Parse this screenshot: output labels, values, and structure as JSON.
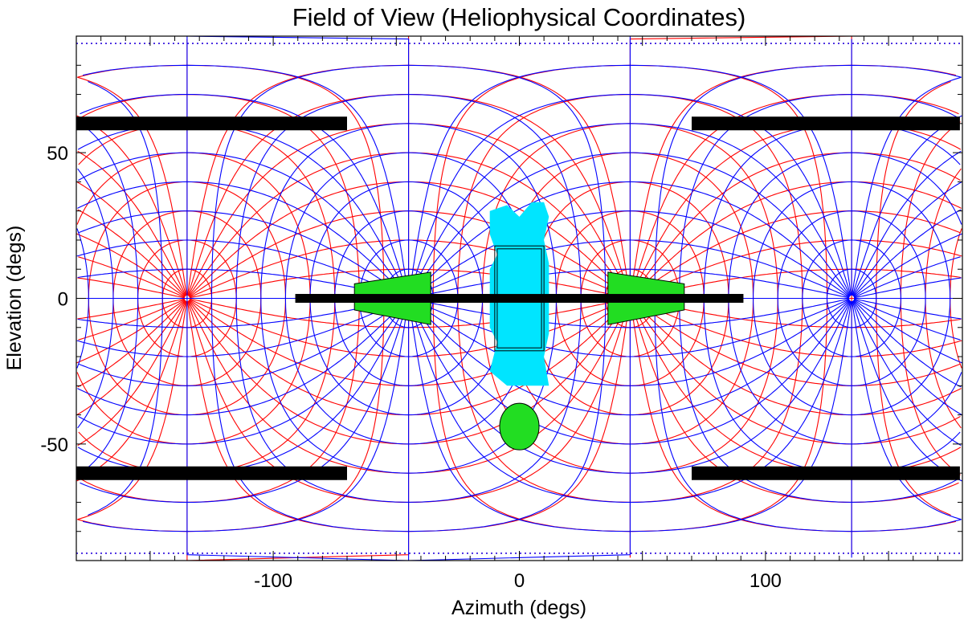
{
  "chart_data": {
    "type": "line",
    "title": "Field of View (Heliophysical Coordinates)",
    "xlabel": "Azimuth (degs)",
    "ylabel": "Elevation (degs)",
    "xlim": [
      -180,
      180
    ],
    "ylim": [
      -90,
      90
    ],
    "x_ticks": [
      {
        "value": -100,
        "label": "-100"
      },
      {
        "value": 0,
        "label": "0"
      },
      {
        "value": 100,
        "label": "100"
      }
    ],
    "y_ticks": [
      {
        "value": 50,
        "label": "50"
      },
      {
        "value": 0,
        "label": "0"
      },
      {
        "value": -50,
        "label": "-50"
      }
    ],
    "grid": false,
    "colors": {
      "grid_a": "#ff0000",
      "grid_b": "#0000ff",
      "band": "#000000",
      "fov_cyan": "#00e5ff",
      "fov_green": "#22dd22",
      "axes": "#000000"
    },
    "coordinate_grids": [
      {
        "color": "grid_a",
        "pole_az": -135,
        "lat_step": 10,
        "lon_step": 10
      },
      {
        "color": "grid_b",
        "pole_az": -45,
        "lat_step": 10,
        "lon_step": 10
      }
    ],
    "bands": [
      {
        "center_az": -135,
        "center_el": 90,
        "radius": 30,
        "az_range": [
          -180,
          -70
        ]
      },
      {
        "center_az": -135,
        "center_el": -90,
        "radius": 30,
        "az_range": [
          -180,
          -70
        ]
      },
      {
        "center_az": 135,
        "center_el": 90,
        "radius": 30,
        "az_range": [
          70,
          180
        ]
      },
      {
        "center_az": 135,
        "center_el": -90,
        "radius": 30,
        "az_range": [
          70,
          180
        ]
      }
    ],
    "equator_band": {
      "el": 0,
      "az_range": [
        -91,
        91
      ],
      "half_width": 1.5
    },
    "regions": [
      {
        "name": "cyan-cross",
        "color": "fov_cyan",
        "points": [
          [
            -12,
            30
          ],
          [
            -5,
            32
          ],
          [
            0,
            28
          ],
          [
            5,
            33
          ],
          [
            10,
            33
          ],
          [
            12,
            28
          ],
          [
            10,
            20
          ],
          [
            12,
            12
          ],
          [
            12,
            -12
          ],
          [
            10,
            -20
          ],
          [
            12,
            -30
          ],
          [
            -5,
            -30
          ],
          [
            -12,
            -25
          ],
          [
            -9,
            -15
          ],
          [
            -12,
            -10
          ],
          [
            -12,
            10
          ],
          [
            -9,
            15
          ],
          [
            -12,
            22
          ]
        ]
      },
      {
        "name": "green-wedge-left",
        "color": "fov_green",
        "points": [
          [
            -67,
            5
          ],
          [
            -36,
            9
          ],
          [
            -36,
            -9
          ],
          [
            -67,
            -4
          ]
        ]
      },
      {
        "name": "green-wedge-right",
        "color": "fov_green",
        "points": [
          [
            36,
            9
          ],
          [
            67,
            5
          ],
          [
            67,
            -4
          ],
          [
            36,
            -9
          ]
        ]
      },
      {
        "name": "green-ellipse",
        "color": "fov_green",
        "ellipse": {
          "cx": 0,
          "cy": -44,
          "rx": 8,
          "ry": 8
        }
      }
    ],
    "boxes": [
      {
        "name": "inner-box-outer",
        "x": [
          -10,
          10
        ],
        "y": [
          -18,
          18
        ]
      },
      {
        "name": "inner-box-inner",
        "x": [
          -9,
          9
        ],
        "y": [
          -17,
          17
        ]
      }
    ]
  }
}
